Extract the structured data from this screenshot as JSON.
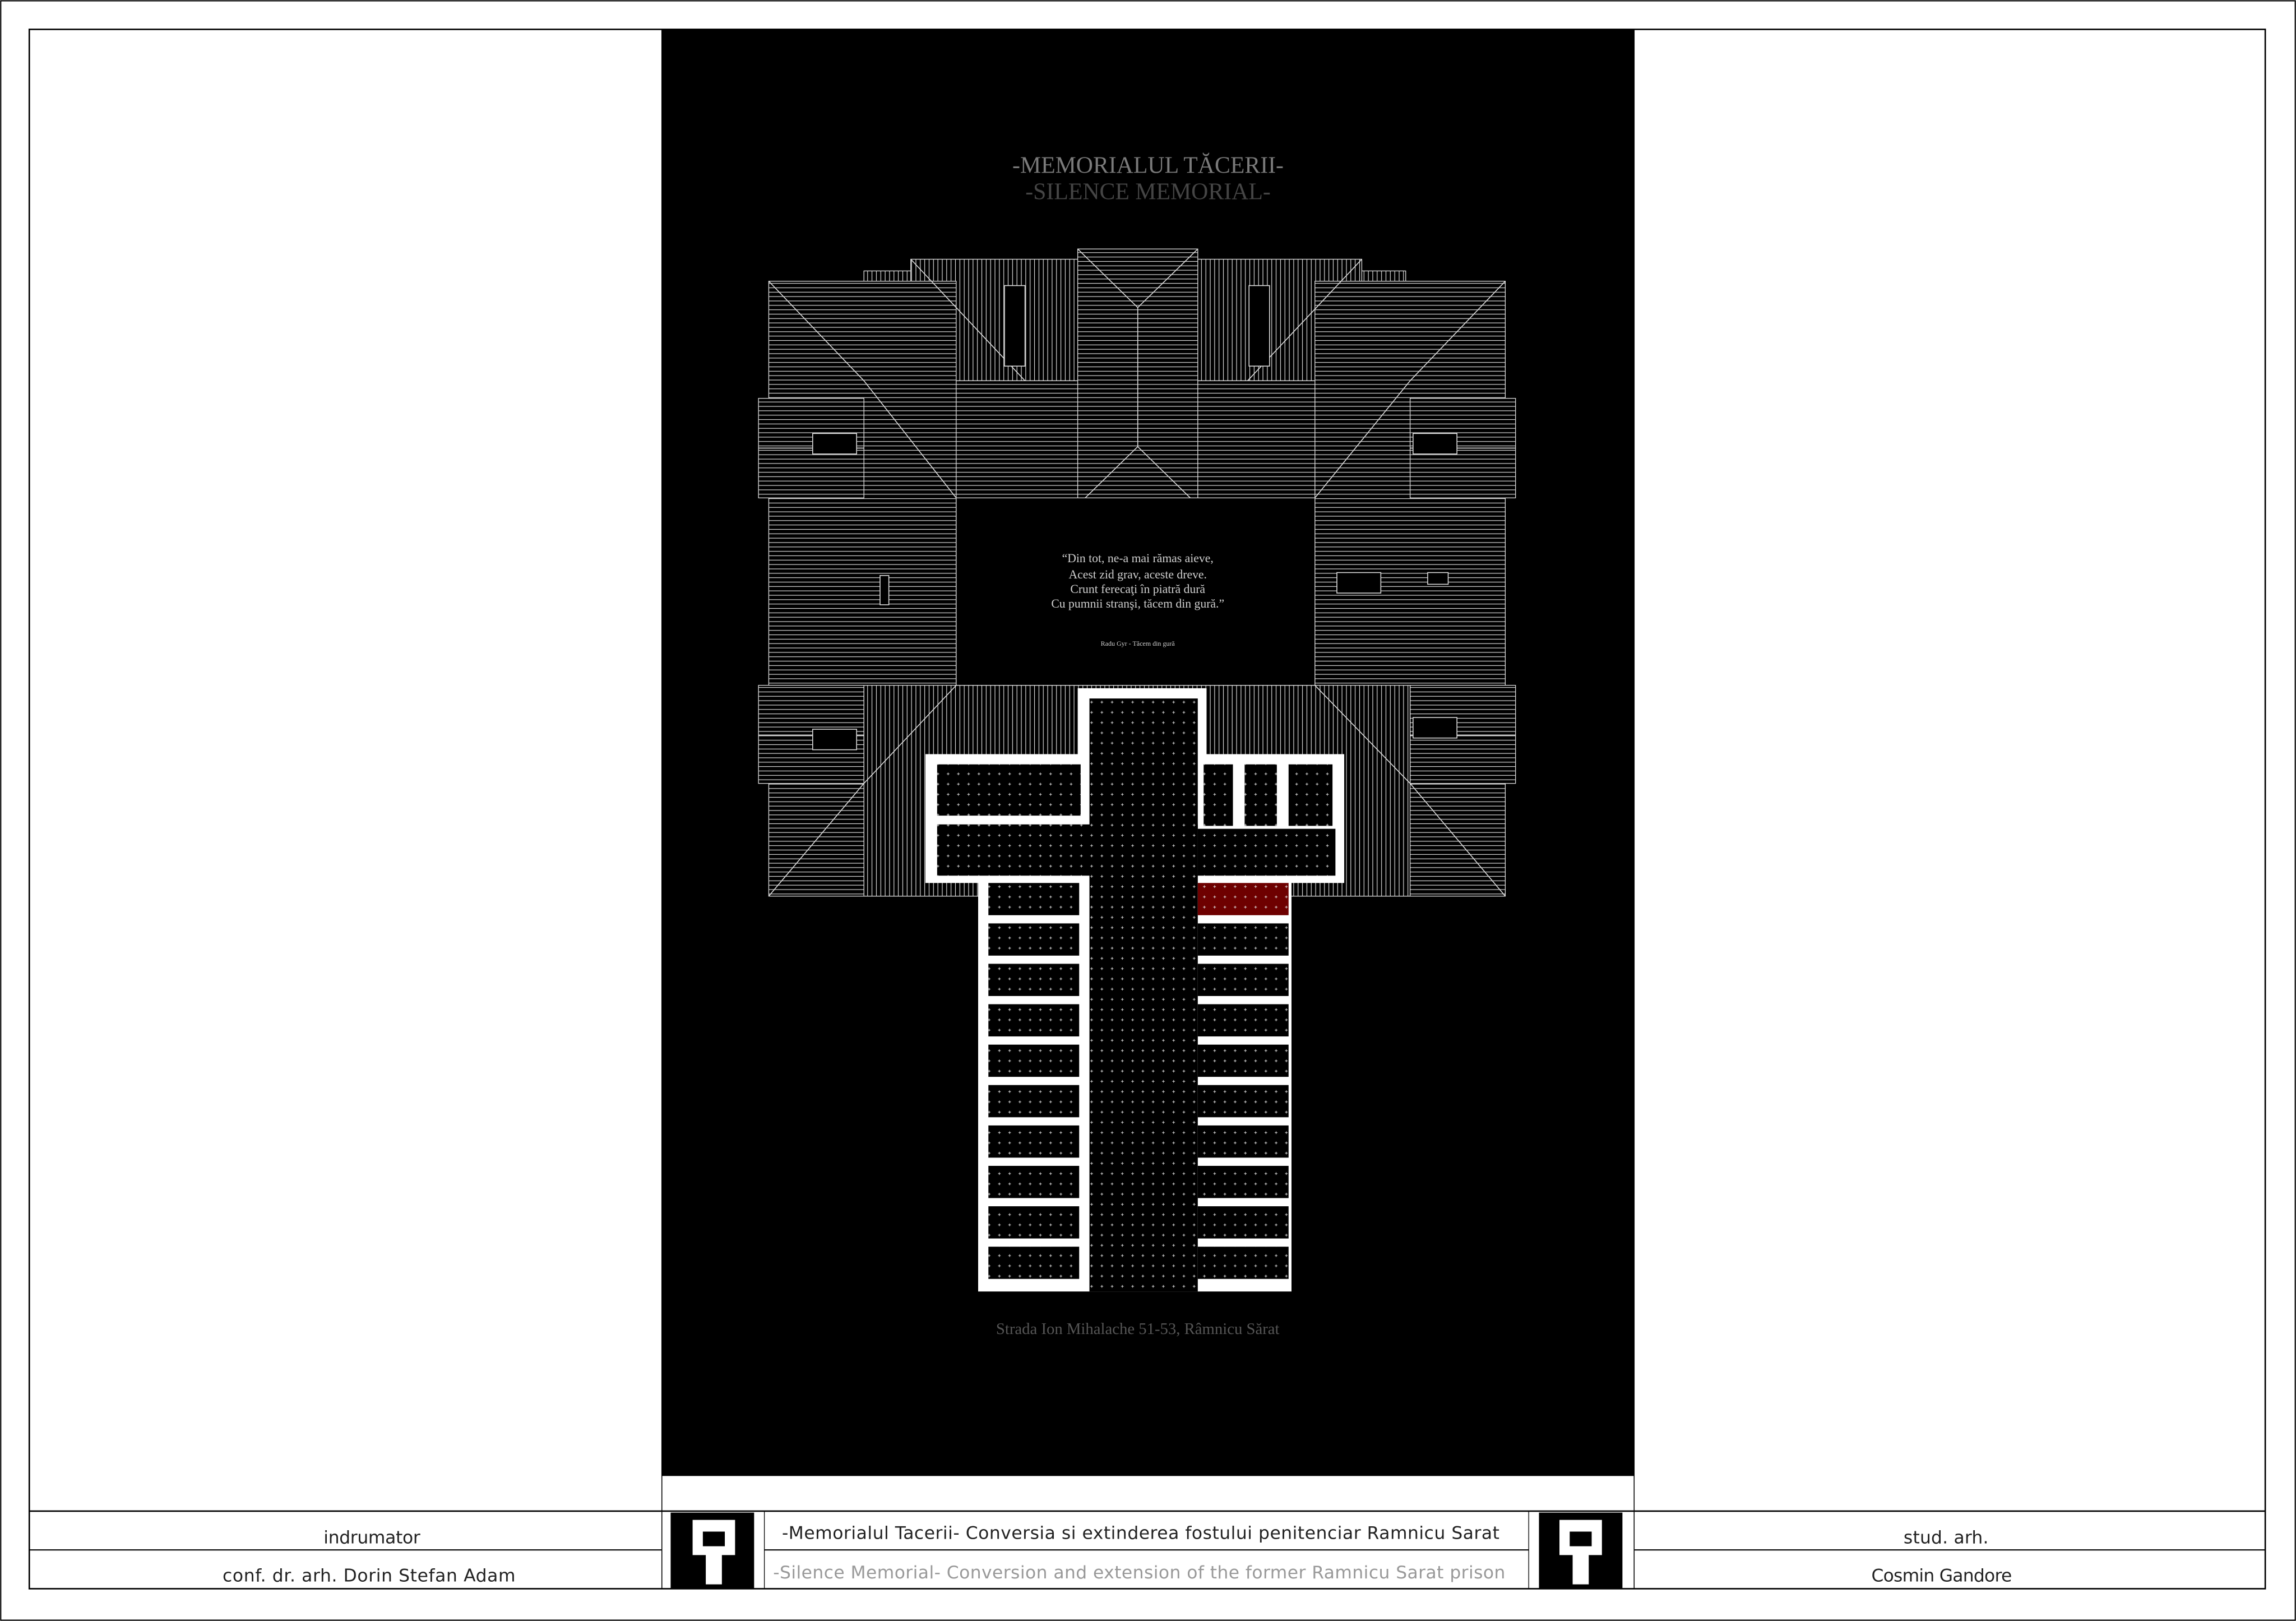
{
  "drawing": {
    "title_ro": "-MEMORIALUL TĂCERII-",
    "title_en": "-SILENCE MEMORIAL-",
    "poem": [
      "“Din tot, ne-a mai rămas aieve,",
      "Acest zid grav, aceste dreve.",
      "Crunt ferecaţi în piatră dură",
      "Cu pumnii stranşi, tăcem din gură.”"
    ],
    "poem_attribution": "Radu Gyr - Tăcem din gură",
    "address": "Strada Ion Mihalache 51-53, Râmnicu Sărat",
    "highlight_color": "#6e0000"
  },
  "title_block": {
    "left_label": "indrumator",
    "left_value": "conf. dr. arh. Dorin Stefan Adam",
    "project_title_ro": "-Memorialul Tacerii- Conversia si extinderea fostului penitenciar Ramnicu Sarat",
    "project_title_en": "-Silence Memorial- Conversion and extension of the former Ramnicu Sarat prison",
    "right_label": "stud. arh.",
    "right_value": "Cosmin Gandore"
  }
}
